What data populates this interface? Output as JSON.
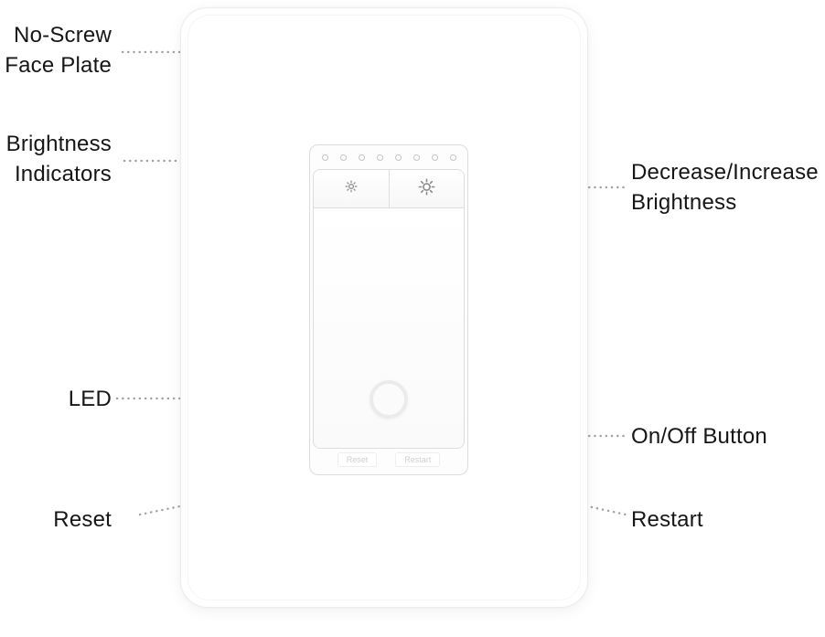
{
  "callouts": {
    "face_plate": {
      "lines": [
        "No-Screw",
        "Face Plate"
      ]
    },
    "brightness_indicators": {
      "lines": [
        "Brightness",
        "Indicators"
      ]
    },
    "decrease_increase": {
      "lines": [
        "Decrease/Increase",
        "Brightness"
      ]
    },
    "led": {
      "label": "LED"
    },
    "on_off": {
      "label": "On/Off Button"
    },
    "reset": {
      "label": "Reset"
    },
    "restart": {
      "label": "Restart"
    }
  },
  "device": {
    "indicator_count": 8,
    "reset_button_label": "Reset",
    "restart_button_label": "Restart"
  },
  "colors": {
    "callout_line": "#a2a2a2",
    "callout_text": "#161616",
    "device_border": "#dcdcdc",
    "led_ring": "#ebebeb",
    "icon": "#8a8a8a",
    "tab_text": "#cfcfcf"
  }
}
